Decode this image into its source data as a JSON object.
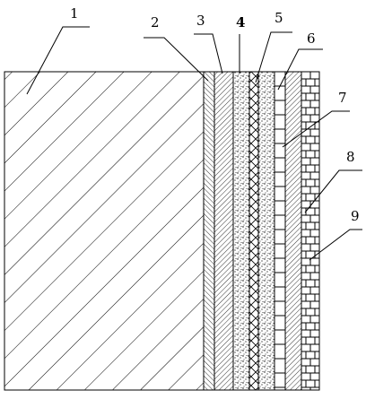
{
  "colors": {
    "ink": "#000000",
    "background": "#ffffff"
  },
  "labels": [
    {
      "id": "1",
      "text": "1"
    },
    {
      "id": "2",
      "text": "2"
    },
    {
      "id": "3",
      "text": "3"
    },
    {
      "id": "4",
      "text": "4"
    },
    {
      "id": "5",
      "text": "5"
    },
    {
      "id": "6",
      "text": "6"
    },
    {
      "id": "7",
      "text": "7"
    },
    {
      "id": "8",
      "text": "8"
    },
    {
      "id": "9",
      "text": "9"
    }
  ],
  "layers": [
    {
      "id": "1",
      "pattern": "coarse-diagonal-hatch"
    },
    {
      "id": "2",
      "pattern": "fine-backslash-hatch"
    },
    {
      "id": "3",
      "pattern": "fine-forward-hatch"
    },
    {
      "id": "4",
      "pattern": "dotted-stipple"
    },
    {
      "id": "5",
      "pattern": "cross-hatch"
    },
    {
      "id": "6",
      "pattern": "dotted-stipple"
    },
    {
      "id": "7",
      "pattern": "brick-column"
    },
    {
      "id": "8",
      "pattern": "fine-forward-hatch"
    },
    {
      "id": "9",
      "pattern": "brick-column"
    }
  ]
}
